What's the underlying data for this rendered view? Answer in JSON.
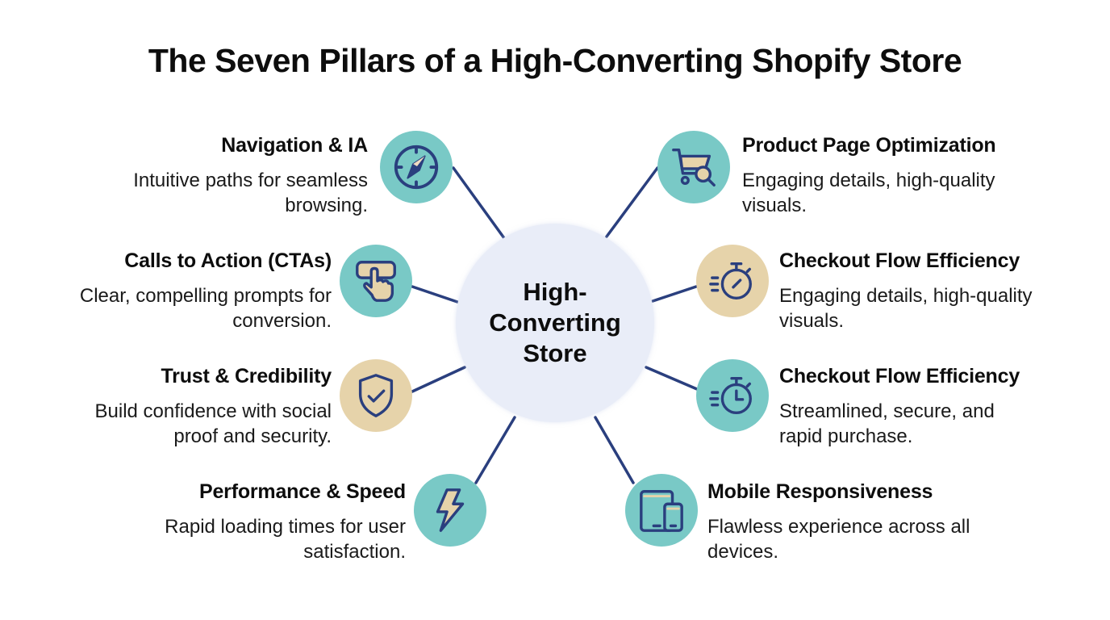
{
  "title": "The Seven Pillars of a High-Converting Shopify Store",
  "hub": {
    "label": "High-Converting Store",
    "color": "#e9edf8"
  },
  "colors": {
    "teal": "#79c9c6",
    "beige": "#e6d3aa",
    "line": "#2a3f7e",
    "icon_stroke": "#2a3f7e"
  },
  "pillars": [
    {
      "title": "Navigation & IA",
      "description": "Intuitive paths for seamless browsing.",
      "icon": "compass-icon",
      "side": "left",
      "bg": "teal"
    },
    {
      "title": "Calls to Action (CTAs)",
      "description": "Clear, compelling prompts for conversion.",
      "icon": "tap-button-icon",
      "side": "left",
      "bg": "teal"
    },
    {
      "title": "Trust & Credibility",
      "description": "Build confidence with social proof and security.",
      "icon": "shield-check-icon",
      "side": "left",
      "bg": "beige"
    },
    {
      "title": "Performance & Speed",
      "description": "Rapid loading times for user satisfaction.",
      "icon": "lightning-icon",
      "side": "left",
      "bg": "teal"
    },
    {
      "title": "Product Page Optimization",
      "description": "Engaging details, high-quality visuals.",
      "icon": "cart-search-icon",
      "side": "right",
      "bg": "teal"
    },
    {
      "title": "Checkout Flow Efficiency",
      "description": "Engaging details, high-quality visuals.",
      "icon": "stopwatch-icon",
      "side": "right",
      "bg": "beige"
    },
    {
      "title": "Checkout Flow Efficiency",
      "description": "Streamlined, secure, and rapid purchase.",
      "icon": "stopwatch-clock-icon",
      "side": "right",
      "bg": "teal"
    },
    {
      "title": "Mobile Responsiveness",
      "description": "Flawless experience across all devices.",
      "icon": "devices-icon",
      "side": "right",
      "bg": "teal"
    }
  ]
}
